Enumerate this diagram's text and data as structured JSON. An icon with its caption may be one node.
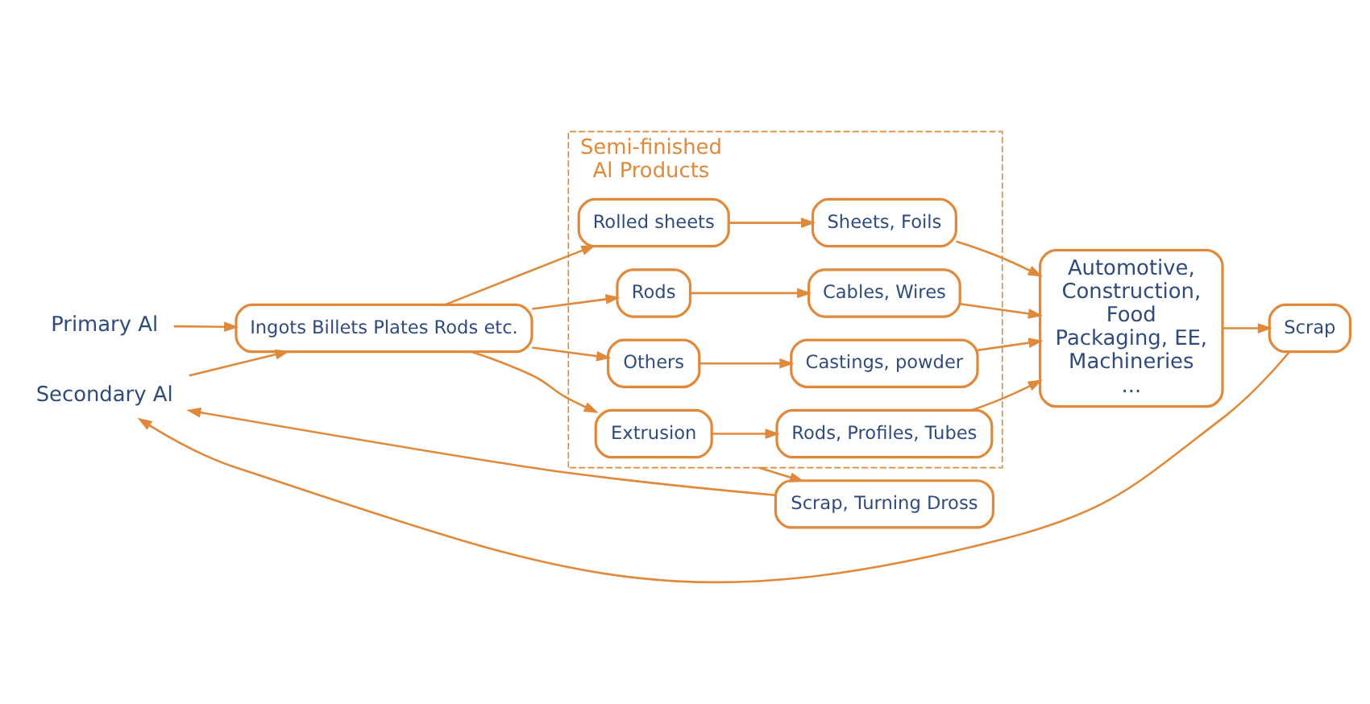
{
  "diagram": {
    "nodes": [
      {
        "text": [
          "Primary Al"
        ]
      },
      {
        "text": [
          "Ingots Billets Plates Rods etc."
        ]
      },
      {
        "text": [
          "Secondary Al"
        ]
      },
      {
        "text": [
          "Semi-finished",
          "Al Products"
        ]
      },
      {
        "text": [
          "Extrusion"
        ],
        "in": 3
      },
      {
        "text": [
          "Rods, Profiles, Tubes"
        ],
        "in": 3
      },
      {
        "text": [
          "Rolled sheets"
        ],
        "in": 3
      },
      {
        "text": [
          "Sheets, Foils"
        ],
        "in": 3
      },
      {
        "text": [
          "Rods"
        ],
        "in": 3
      },
      {
        "text": [
          "Cables, Wires"
        ],
        "in": 3
      },
      {
        "text": [
          "Others"
        ],
        "in": 3
      },
      {
        "text": [
          "Castings, powder"
        ],
        "in": 3
      },
      {
        "text": [
          "Automotive, Construction, Food Packaging, EE, Machineries ..."
        ]
      },
      {
        "text": [
          "Scrap, Turning Dross"
        ]
      },
      {
        "text": [
          "Scrap"
        ]
      }
    ],
    "edges": [
      {
        "from": 0,
        "to": 1,
        "arrow": "to"
      },
      {
        "from": 2,
        "to": 1,
        "arrow": "to"
      },
      {
        "from": 1,
        "to": 4,
        "arrow": "to"
      },
      {
        "from": 1,
        "to": 6,
        "arrow": "to"
      },
      {
        "from": 1,
        "to": 8,
        "arrow": "to"
      },
      {
        "from": 1,
        "to": 10,
        "arrow": "to"
      },
      {
        "from": 4,
        "to": 5,
        "arrow": "to"
      },
      {
        "from": 6,
        "to": 7,
        "arrow": "to"
      },
      {
        "from": 8,
        "to": 9,
        "arrow": "to"
      },
      {
        "from": 10,
        "to": 11,
        "arrow": "to"
      },
      {
        "from": 5,
        "to": 12,
        "arrow": "to"
      },
      {
        "from": 7,
        "to": 12,
        "arrow": "to"
      },
      {
        "from": 9,
        "to": 12,
        "arrow": "to"
      },
      {
        "from": 11,
        "to": 12,
        "arrow": "to"
      },
      {
        "from": 3,
        "to": 13,
        "arrow": "to"
      },
      {
        "from": 12,
        "to": 14,
        "arrow": "to"
      },
      {
        "from": 13,
        "to": 2,
        "arrow": "to"
      },
      {
        "from": 14,
        "to": 2,
        "arrow": "to"
      }
    ]
  }
}
